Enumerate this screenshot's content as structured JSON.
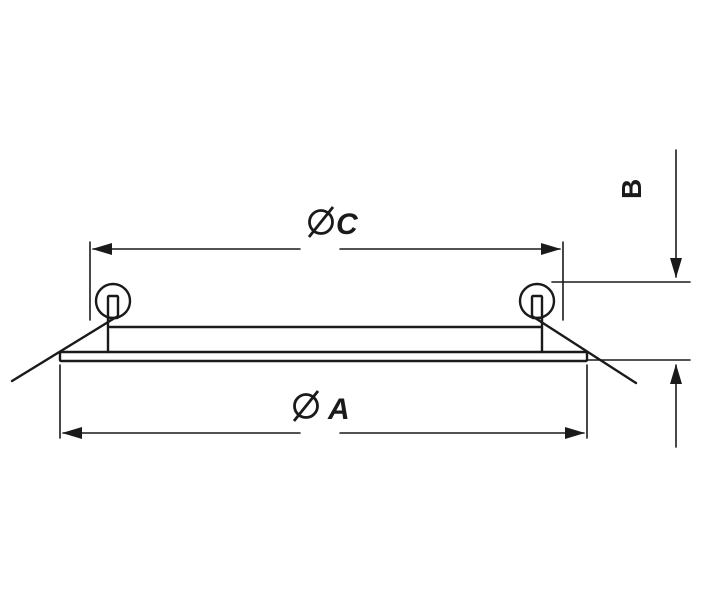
{
  "dimensions": {
    "c": {
      "symbol": "diameter",
      "letter": "C"
    },
    "a": {
      "symbol": "diameter",
      "letter": "A"
    },
    "b": {
      "letter": "B"
    }
  },
  "icons": [
    "diameter-symbol-icon"
  ],
  "colors": {
    "line": "#1a1a1a",
    "background": "#ffffff"
  }
}
